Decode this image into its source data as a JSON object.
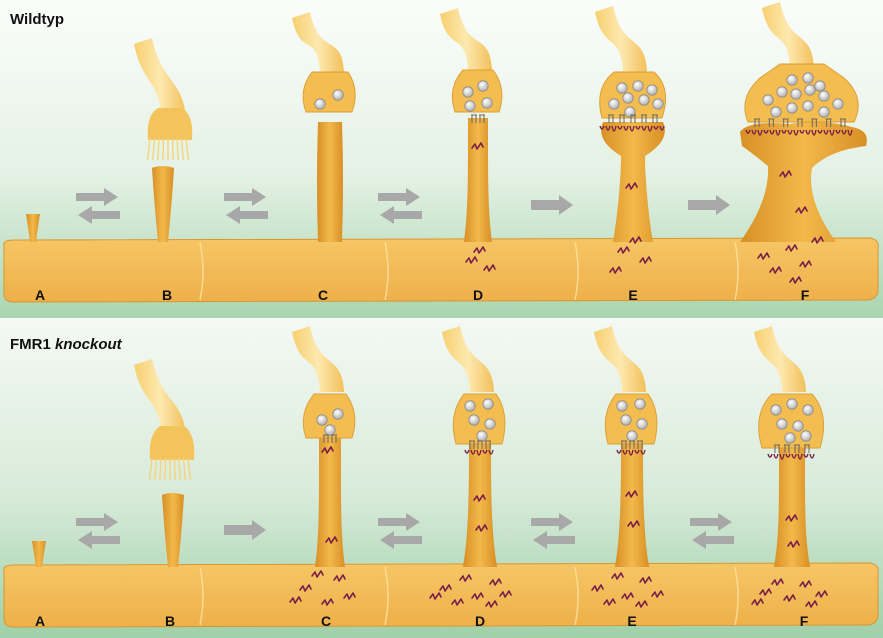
{
  "panels": [
    {
      "id": "wildtype",
      "title": "Wildtyp",
      "title_suffix": "",
      "stage_labels": [
        "A",
        "B",
        "C",
        "D",
        "E",
        "F"
      ],
      "transitions": [
        "reversible",
        "reversible",
        "reversible",
        "forward",
        "forward"
      ]
    },
    {
      "id": "knockout",
      "title": "FMR1 ",
      "title_suffix": "knockout",
      "stage_labels": [
        "A",
        "B",
        "C",
        "D",
        "E",
        "F"
      ],
      "transitions": [
        "reversible",
        "forward",
        "reversible",
        "reversible",
        "reversible"
      ]
    }
  ],
  "colors": {
    "spine": "#f0b443",
    "spine_dark": "#d68d24",
    "dendrite": "#f3bd54",
    "axon_light": "#fbe3a0",
    "vesicle": "#c9c9c9",
    "protein": "#7a1f4a",
    "arrow": "#a8a8a8",
    "bg_top": "#fbfdfb",
    "bg_bottom": "#9fd0a8"
  }
}
